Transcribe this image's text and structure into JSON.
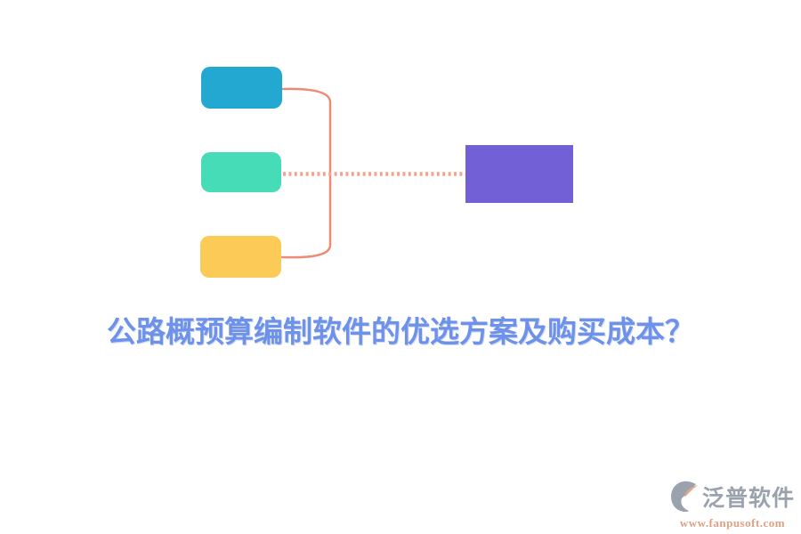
{
  "headline": {
    "text": "公路概预算编制软件的优选方案及购买成本？",
    "color": "#6e91e9"
  },
  "diagram": {
    "nodes": [
      {
        "id": "top",
        "shape": "rounded-rect",
        "color": "#22a8d1"
      },
      {
        "id": "middle",
        "shape": "rounded-rect",
        "color": "#46dcb7"
      },
      {
        "id": "bottom",
        "shape": "rounded-rect",
        "color": "#fcca57"
      },
      {
        "id": "result",
        "shape": "rect",
        "color": "#7261d6"
      }
    ],
    "bracket_color": "#ee8a76",
    "dotted_color": "#f5a28f"
  },
  "watermark": {
    "brand": "泛普软件",
    "brand_color": "#9aa2ad",
    "url": "www.fanpusoft.com",
    "url_color": "#e0a183",
    "icon_gray": "#9aa2ae",
    "icon_orange": "#e2a788"
  }
}
